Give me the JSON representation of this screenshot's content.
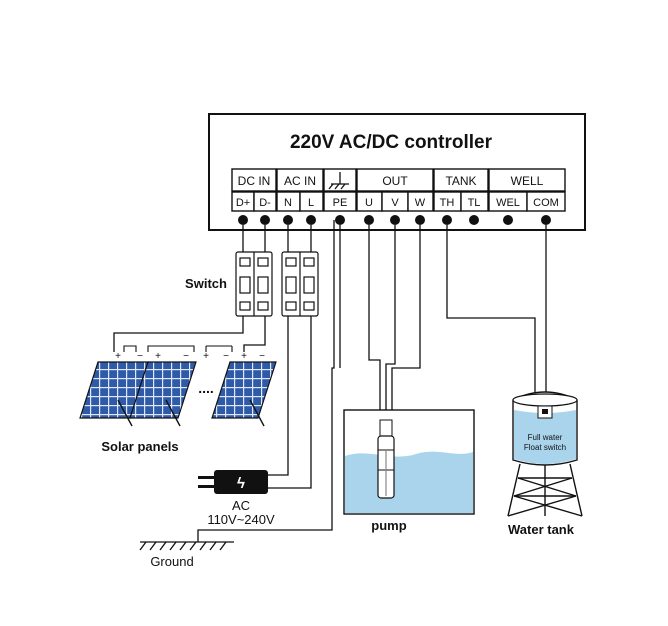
{
  "controller": {
    "title": "220V AC/DC controller",
    "groups": {
      "dc_in": "DC IN",
      "ac_in": "AC IN",
      "out": "OUT",
      "tank": "TANK",
      "well": "WELL"
    },
    "terminals": {
      "d_plus": "D+",
      "d_minus": "D-",
      "n": "N",
      "l": "L",
      "pe": "PE",
      "u": "U",
      "v": "V",
      "w": "W",
      "th": "TH",
      "tl": "TL",
      "wel": "WEL",
      "com": "COM"
    }
  },
  "labels": {
    "switch": "Switch",
    "solar_panels": "Solar panels",
    "ac": "AC",
    "ac_range": "110V~240V",
    "ground": "Ground",
    "pump": "pump",
    "water_tank": "Water tank",
    "float_line1": "Full water",
    "float_line2": "Float switch",
    "polarity_plus": "+",
    "polarity_minus": "−",
    "ellipsis": "....",
    "plug_symbol": "ϟ"
  },
  "colors": {
    "line": "#111111",
    "water": "#a9d4ec",
    "panel_cell": "#2e5aa8",
    "panel_grid": "#dfe8f5"
  }
}
